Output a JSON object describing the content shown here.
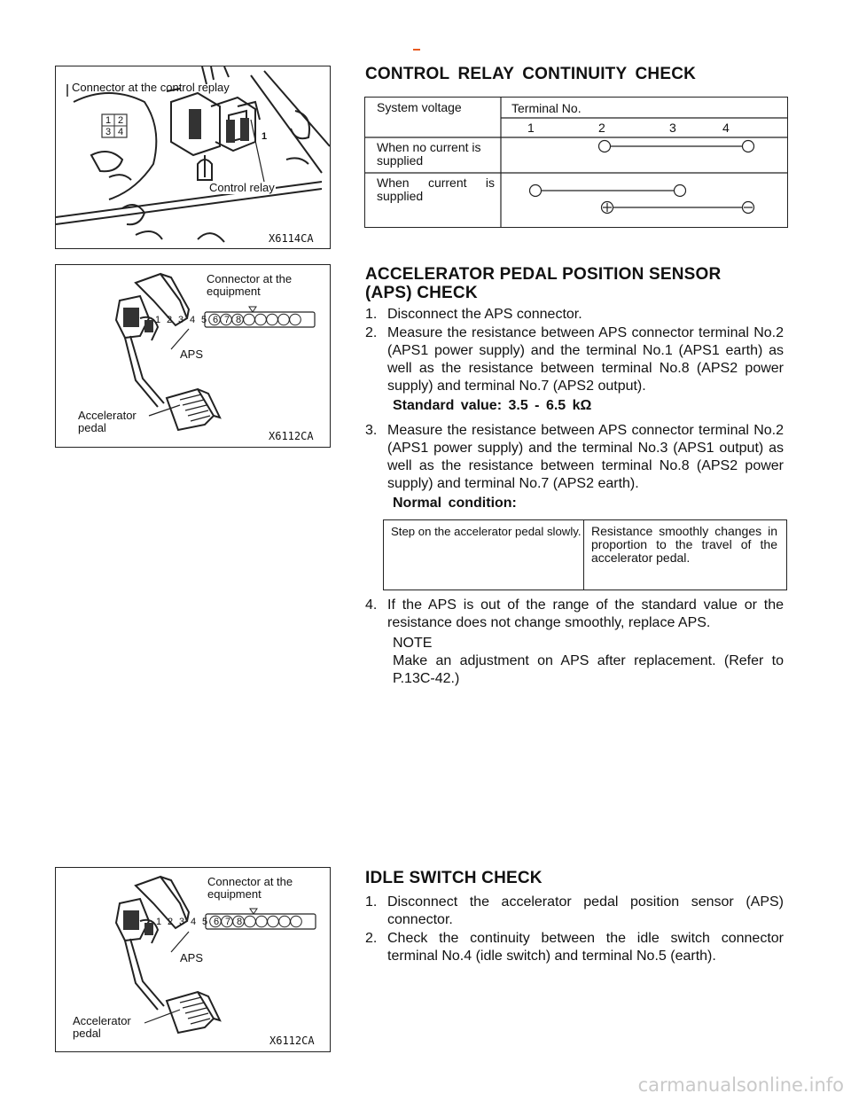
{
  "top_mark": "-",
  "figure1": {
    "label_connector": "Connector at the control replay",
    "label_relay": "Control relay",
    "code": "X6114CA",
    "connector_pins": [
      "1",
      "2",
      "3",
      "4"
    ],
    "relay_pin": "1"
  },
  "figure2": {
    "label_connector": "Connector at the equipment",
    "label_aps": "APS",
    "label_pedal": "Accelerator pedal",
    "code": "X6112CA",
    "connector_pins": [
      "1",
      "2",
      "3",
      "4",
      "5",
      "6",
      "7",
      "8"
    ]
  },
  "figure3": {
    "label_connector": "Connector at the equipment",
    "label_aps": "APS",
    "label_pedal": "Accelerator pedal",
    "code": "X6112CA",
    "connector_pins": [
      "1",
      "2",
      "3",
      "4",
      "5",
      "6",
      "7",
      "8"
    ]
  },
  "relay_section": {
    "title": "CONTROL RELAY CONTINUITY CHECK",
    "table": {
      "col1_header": "System voltage",
      "terminal_header": "Terminal No.",
      "terminals": [
        "1",
        "2",
        "3",
        "4"
      ],
      "row1_label": "When no current is supplied",
      "row2_label": "When current is supplied"
    }
  },
  "aps_section": {
    "title_line1": "ACCELERATOR PEDAL POSITION SENSOR",
    "title_line2": "(APS) CHECK",
    "step1_num": "1.",
    "step1": "Disconnect the APS connector.",
    "step2_num": "2.",
    "step2": "Measure the resistance between APS connector terminal No.2 (APS1 power supply) and the terminal No.1 (APS1 earth) as well as the resistance between terminal No.8 (APS2 power supply) and terminal No.7 (APS2 output).",
    "standard_value": "Standard value: 3.5 - 6.5 kΩ",
    "step3_num": "3.",
    "step3": "Measure the resistance between APS connector terminal No.2 (APS1 power supply) and the terminal No.3 (APS1 output) as well as the resistance between terminal No.8 (APS2 power supply) and terminal No.7 (APS2 earth).",
    "normal_condition": "Normal condition:",
    "cond_left": "Step on the accelerator pedal slowly.",
    "cond_right": "Resistance smoothly changes in proportion to the travel of the accelerator pedal.",
    "step4_num": "4.",
    "step4": "If the APS is out of the range of the standard value or the resistance does not change smoothly, replace APS.",
    "note_label": "NOTE",
    "note": "Make an adjustment on APS after replacement. (Refer to P.13C-42.)"
  },
  "idle_section": {
    "title": "IDLE SWITCH CHECK",
    "step1_num": "1.",
    "step1": "Disconnect the accelerator pedal position sensor (APS) connector.",
    "step2_num": "2.",
    "step2": "Check the continuity between the idle switch connector terminal No.4 (idle switch) and terminal No.5 (earth)."
  },
  "watermark": "carmanualsonline.info"
}
